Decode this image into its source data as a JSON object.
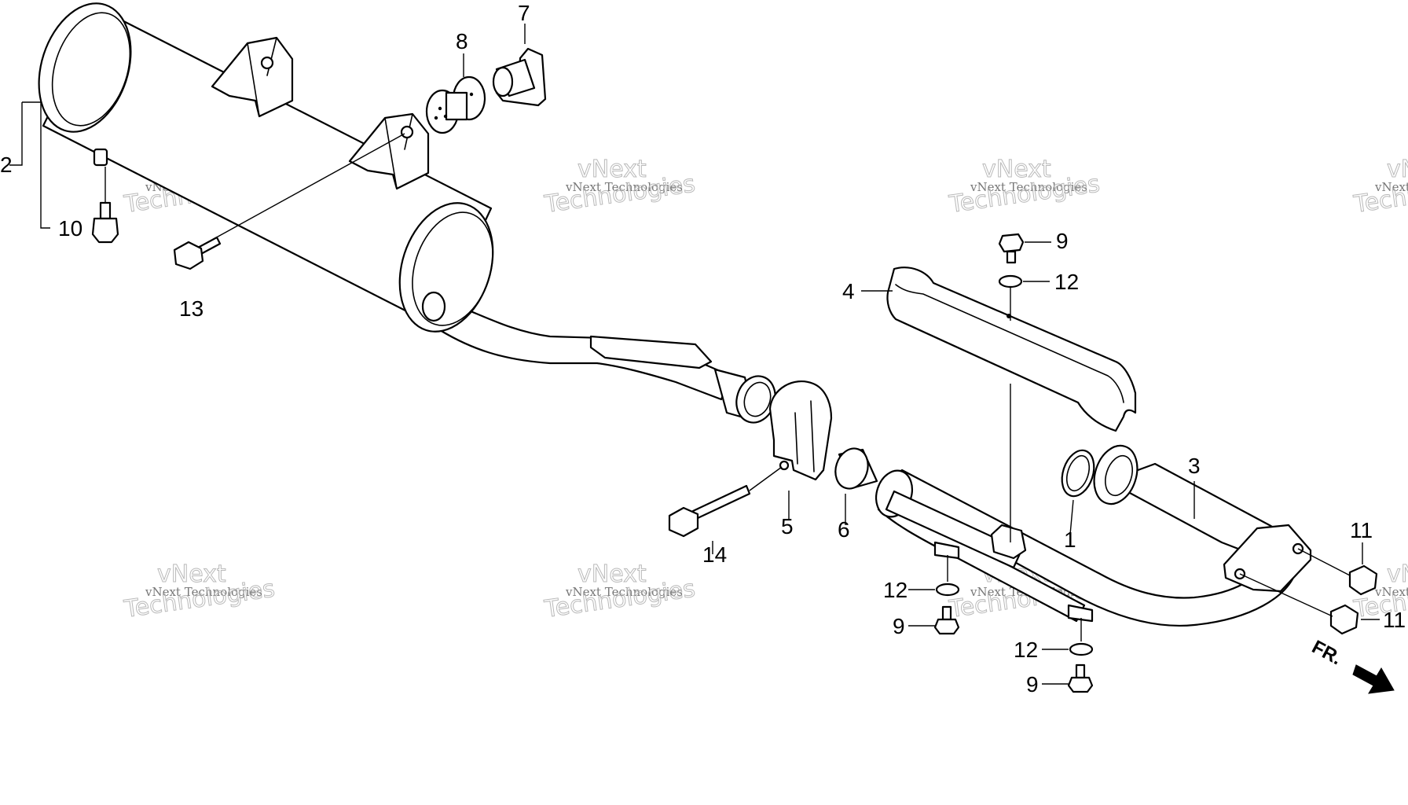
{
  "callouts": {
    "c1": "1",
    "c2": "2",
    "c3": "3",
    "c4": "4",
    "c5": "5",
    "c6": "6",
    "c7": "7",
    "c8": "8",
    "c9a": "9",
    "c9b": "9",
    "c9c": "9",
    "c10": "10",
    "c11a": "11",
    "c11b": "11",
    "c12a": "12",
    "c12b": "12",
    "c12c": "12",
    "c13": "13",
    "c14": "14"
  },
  "direction_label": "FR.",
  "watermark": {
    "company": "vNext Technologies",
    "line1": "vNext",
    "line2": "Technologies"
  },
  "colors": {
    "line": "#000000",
    "background": "#ffffff",
    "watermark": "#b9b9b9"
  }
}
